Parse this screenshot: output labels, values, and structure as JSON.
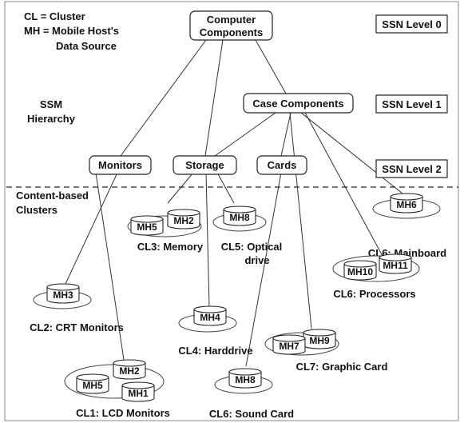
{
  "legend": {
    "line1": "CL = Cluster",
    "line2": "MH = Mobile Host's",
    "line3": "Data Source"
  },
  "hierarchy_label": {
    "line1": "SSM",
    "line2": "Hierarchy"
  },
  "clusters_label": {
    "line1": "Content-based",
    "line2": "Clusters"
  },
  "levels": {
    "level0": "SSN Level 0",
    "level1": "SSN Level 1",
    "level2": "SSN Level 2"
  },
  "nodes": {
    "root": {
      "line1": "Computer",
      "line2": "Components"
    },
    "case": "Case Components",
    "monitors": "Monitors",
    "storage": "Storage",
    "cards": "Cards"
  },
  "clusters": {
    "cl3": {
      "caption": "CL3: Memory",
      "hosts": [
        "MH5",
        "MH2"
      ]
    },
    "cl5": {
      "caption_line1": "CL5: Optical",
      "caption_line2": "drive",
      "hosts": [
        "MH8"
      ]
    },
    "cl6_main": {
      "caption": "CL6: Mainboard",
      "hosts": [
        "MH6"
      ]
    },
    "cl6_proc": {
      "caption": "CL6: Processors",
      "hosts": [
        "MH10",
        "MH11"
      ]
    },
    "cl2": {
      "caption": "CL2: CRT Monitors",
      "hosts": [
        "MH3"
      ]
    },
    "cl4": {
      "caption": "CL4: Harddrive",
      "hosts": [
        "MH4"
      ]
    },
    "cl7": {
      "caption": "CL7: Graphic Card",
      "hosts": [
        "MH7",
        "MH9"
      ]
    },
    "cl1": {
      "caption": "CL1: LCD Monitors",
      "hosts": [
        "MH5",
        "MH2",
        "MH1"
      ]
    },
    "cl6_sound": {
      "caption": "CL6: Sound Card",
      "hosts": [
        "MH8"
      ]
    }
  }
}
